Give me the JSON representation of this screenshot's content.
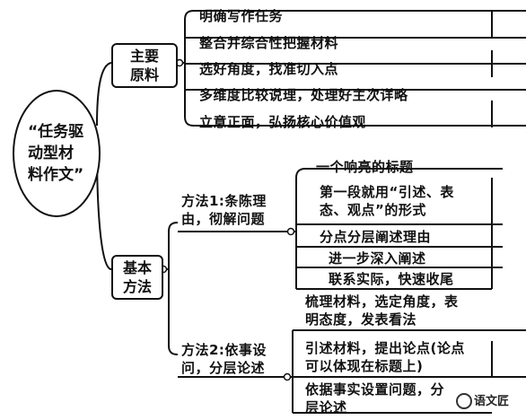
{
  "root": "“任务驱动型材料作文”",
  "branches": [
    {
      "label": "主要原料",
      "items": [
        "明确写作任务",
        "整合并综合性把握材料",
        "选好角度，找准切入点",
        "多维度比较说理，处理好主次详略",
        "立意正面，弘扬核心价值观"
      ]
    },
    {
      "label": "基本方法",
      "methods": [
        {
          "label": "方法1:条陈理由，彻解问题",
          "items": [
            "一个响亮的标题",
            "第一段就用“引述、表态、观点”的形式",
            "分点分层阐述理由",
            "进一步深入阐述",
            "联系实际，快速收尾"
          ]
        },
        {
          "label": "方法2:依事设问，分层论述",
          "items": [
            "梳理材料，选定角度，表明态度，发表看法",
            "引述材料，提出论点(论点可以体现在标题上)",
            "依据事实设置问题，分层论述"
          ]
        }
      ]
    }
  ],
  "watermark": "语文匠"
}
